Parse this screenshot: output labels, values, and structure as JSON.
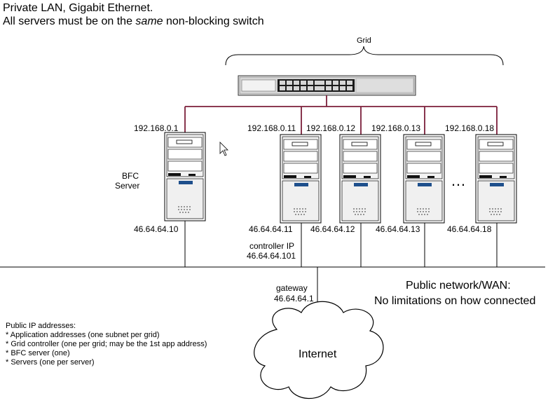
{
  "title": {
    "line1": "Private LAN, Gigabit Ethernet.",
    "line2_before": "All servers must be on the ",
    "line2_emph": "same",
    "line2_after": " non-blocking switch"
  },
  "grid_label": "Grid",
  "bfc_server": {
    "label_line1": "BFC",
    "label_line2": "Server",
    "private_ip": "192.168.0.1",
    "public_ip": "46.64.64.10"
  },
  "servers": [
    {
      "private_ip": "192.168.0.11",
      "public_ip": "46.64.64.11"
    },
    {
      "private_ip": "192.168.0.12",
      "public_ip": "46.64.64.12"
    },
    {
      "private_ip": "192.168.0.13",
      "public_ip": "46.64.64.13"
    },
    {
      "private_ip": "192.168.0.18",
      "public_ip": "46.64.64.18"
    }
  ],
  "ellipsis": "…",
  "controller": {
    "label": "controller IP",
    "ip": "46.64.64.101"
  },
  "gateway": {
    "label": "gateway",
    "ip": "46.64.64.1"
  },
  "public_network": {
    "line1": "Public network/WAN:",
    "line2": "No limitations on how connected"
  },
  "internet_label": "Internet",
  "notes": {
    "heading": "Public IP addresses:",
    "items": [
      "* Application addresses (one subnet per grid)",
      "* Grid controller (one per grid; may be the 1st app  address)",
      "* BFC server (one)",
      "* Servers (one per server)"
    ]
  },
  "colors": {
    "lan_line": "#7b1f3a",
    "wan_line": "#000000",
    "panel": "#1e4f8c"
  },
  "icons": {
    "switch": "network-switch",
    "server": "tower-server",
    "cloud": "internet-cloud",
    "cursor": "mouse-pointer"
  }
}
